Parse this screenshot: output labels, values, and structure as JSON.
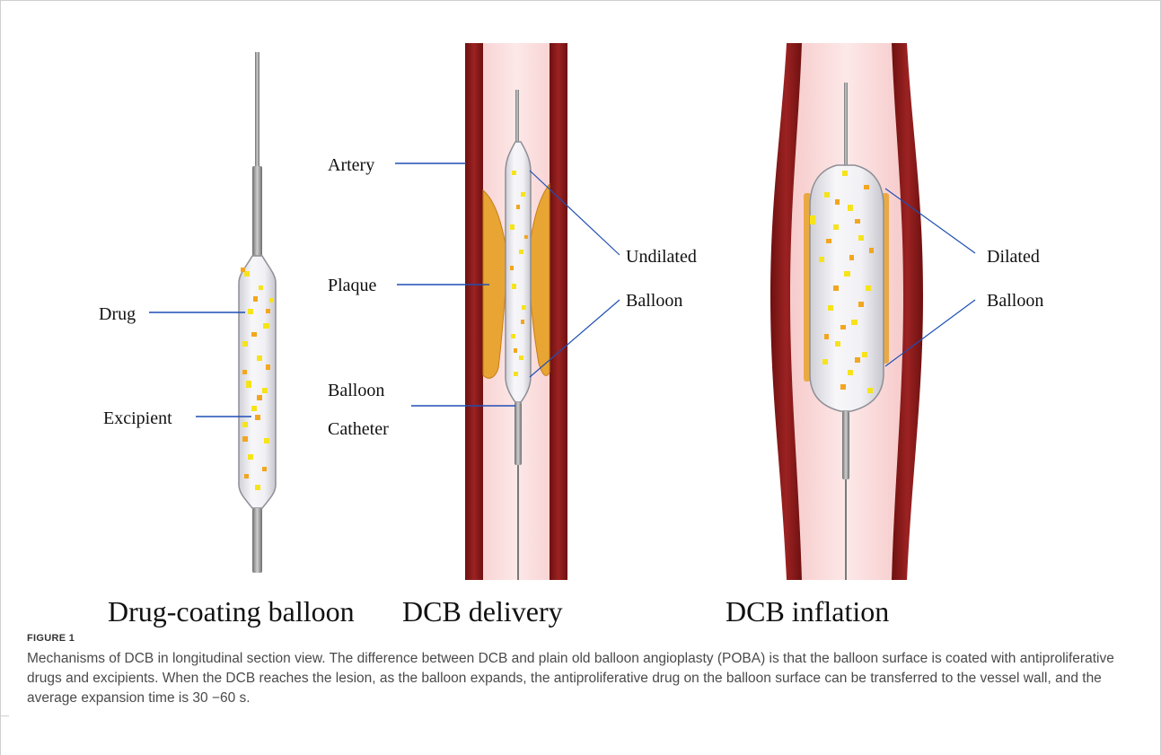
{
  "figure": {
    "panels": [
      {
        "title": "Drug-coating balloon",
        "labels": [
          "Drug",
          "Excipient"
        ]
      },
      {
        "title": "DCB delivery",
        "labels": [
          "Artery",
          "Plaque",
          "Balloon",
          "Catheter",
          "Undilated",
          "Balloon"
        ]
      },
      {
        "title": "DCB inflation",
        "labels": [
          "Dilated",
          "Balloon"
        ]
      }
    ],
    "figure_number": "FIGURE 1",
    "caption": "Mechanisms of DCB in longitudinal section view. The difference between DCB and plain old balloon angioplasty (POBA) is that the balloon surface is coated with antiproliferative drugs and excipients. When the DCB reaches the lesion, as the balloon expands, the antiproliferative drug on the balloon surface can be transferred to the vessel wall, and the average expansion time is 30 −60 s."
  },
  "colors": {
    "leader_line": "#1f4fb5",
    "artery_wall": "#8b1a1a",
    "lumen": "#f9d6d6",
    "plaque": "#e8a533",
    "drug_particle": "#f6e31a",
    "excipient_particle": "#f2a61f",
    "balloon": "#ececf0"
  }
}
